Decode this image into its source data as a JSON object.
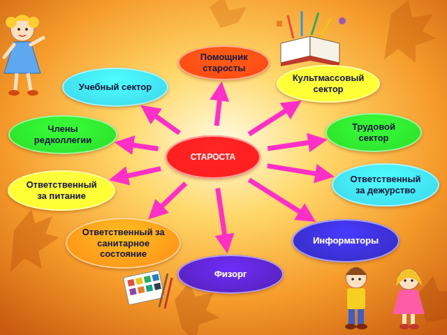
{
  "diagram": {
    "nodes": [
      {
        "text": [
          "СТАРОСТА"
        ]
      },
      {
        "text": [
          "Помощник старосты"
        ]
      },
      {
        "text": [
          "Учебный сектор"
        ]
      },
      {
        "text": [
          "Культмассовый сектор"
        ]
      },
      {
        "text": [
          "Члены редколлегии"
        ]
      },
      {
        "text": [
          "Трудовой сектор"
        ]
      },
      {
        "text": [
          "Ответственный за питание"
        ]
      },
      {
        "text": [
          "Ответственный за дежурство"
        ]
      },
      {
        "text": [
          "Ответственный за санитарное состояние"
        ]
      },
      {
        "text": [
          "Информаторы"
        ]
      },
      {
        "text": [
          "Физорг"
        ]
      }
    ],
    "edges": [
      {
        "from": 0,
        "to": 1,
        "arrow": "to"
      },
      {
        "from": 0,
        "to": 2,
        "arrow": "to"
      },
      {
        "from": 0,
        "to": 3,
        "arrow": "to"
      },
      {
        "from": 0,
        "to": 4,
        "arrow": "to"
      },
      {
        "from": 0,
        "to": 5,
        "arrow": "to"
      },
      {
        "from": 0,
        "to": 6,
        "arrow": "to"
      },
      {
        "from": 0,
        "to": 7,
        "arrow": "to"
      },
      {
        "from": 0,
        "to": 8,
        "arrow": "to"
      },
      {
        "from": 0,
        "to": 9,
        "arrow": "to"
      },
      {
        "from": 0,
        "to": 10,
        "arrow": "to"
      }
    ]
  }
}
